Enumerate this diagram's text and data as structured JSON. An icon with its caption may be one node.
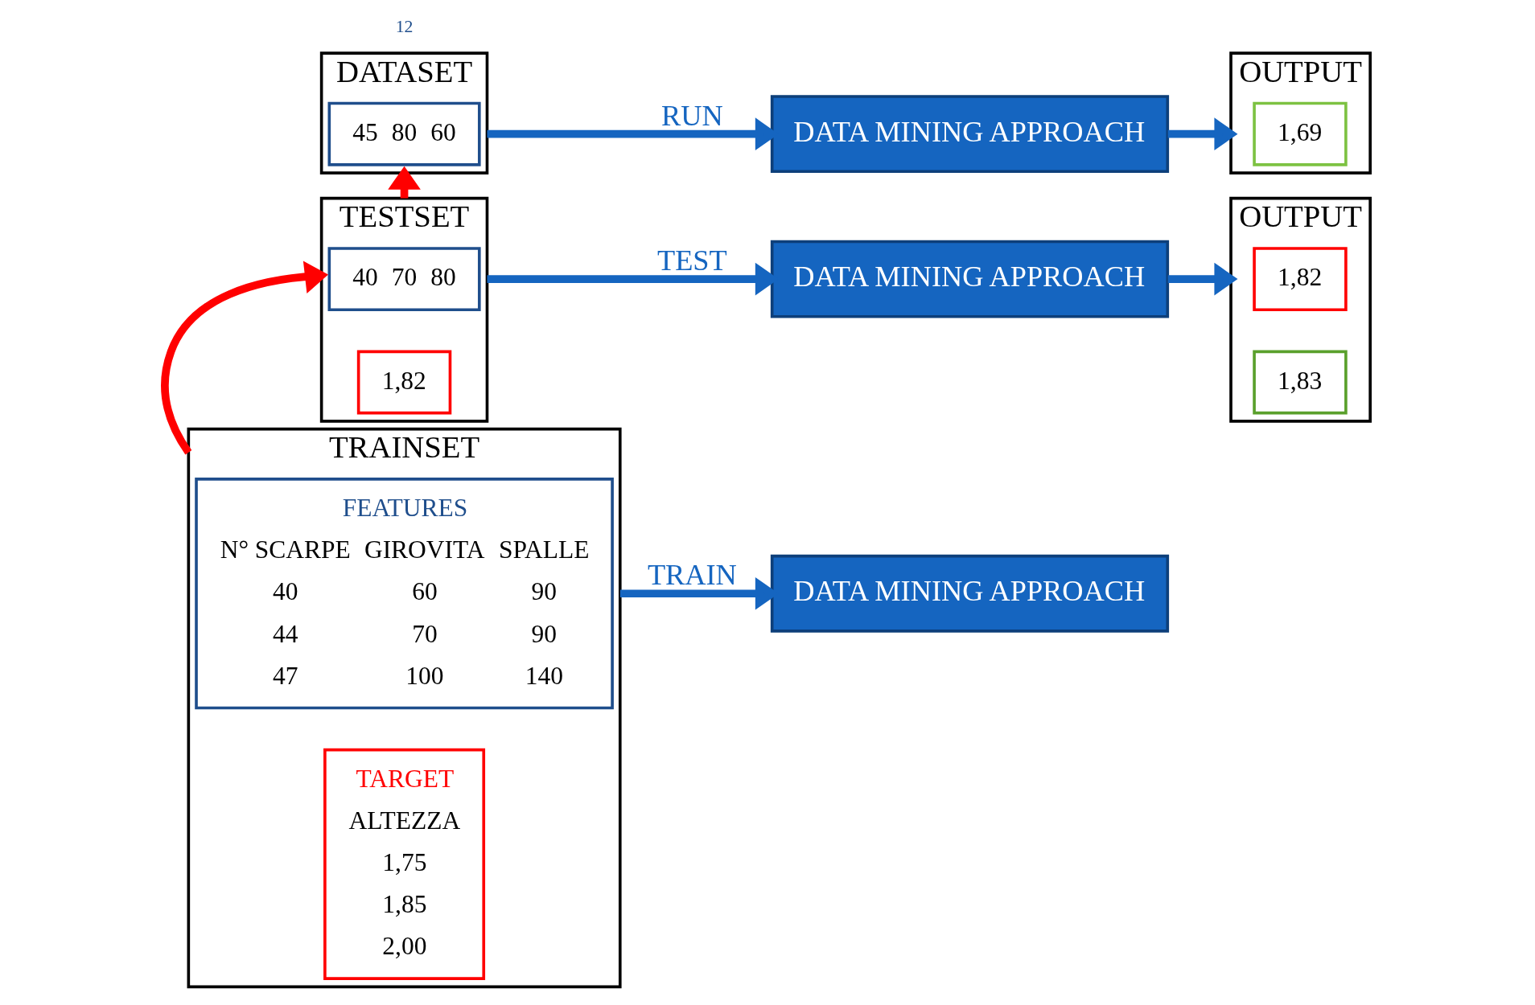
{
  "diagram": {
    "nodes": [
      {
        "text": [
          "TRAINSET"
        ]
      },
      {
        "text": [
          "FEATURES",
          "N° SCARPE",
          "GIROVITA",
          "SPALLE",
          "40",
          "60",
          "90",
          "44",
          "70",
          "90",
          "47",
          "100",
          "140"
        ],
        "in": 0
      },
      {
        "text": [
          "TARGET",
          "ALTEZZA",
          "1,75",
          "1,85",
          "2,00"
        ],
        "in": 0
      },
      {
        "text": [
          "DATA MINING APPROACH"
        ]
      },
      {
        "text": [
          "TESTSET"
        ]
      },
      {
        "text": [
          "40",
          "70",
          "80"
        ],
        "in": 4
      },
      {
        "text": [
          "1,82"
        ],
        "in": 4
      },
      {
        "text": [
          "DATA MINING APPROACH"
        ]
      },
      {
        "text": [
          "OUTPUT"
        ]
      },
      {
        "text": [
          "1,82"
        ],
        "in": 8
      },
      {
        "text": [
          "1,83"
        ],
        "in": 8
      },
      {
        "text": [
          "DATASET"
        ]
      },
      {
        "text": [
          "45",
          "80",
          "60"
        ],
        "in": 11
      },
      {
        "text": [
          "DATA MINING APPROACH"
        ]
      },
      {
        "text": [
          "OUTPUT"
        ]
      },
      {
        "text": [
          "1,69"
        ],
        "in": 14
      }
    ],
    "edges": [
      {
        "from": 0,
        "to": 3,
        "arrow": "to",
        "label": "TRAIN"
      },
      {
        "from": 0,
        "to": 4,
        "arrow": "to",
        "color": "#ff0000"
      },
      {
        "from": 4,
        "to": 7,
        "arrow": "to",
        "label": "TEST"
      },
      {
        "from": 7,
        "to": 8,
        "arrow": "to"
      },
      {
        "from": 4,
        "to": 11,
        "arrow": "to",
        "color": "#ff0000"
      },
      {
        "from": 11,
        "to": 13,
        "arrow": "to",
        "label": "RUN"
      },
      {
        "from": 13,
        "to": 14,
        "arrow": "to"
      }
    ],
    "labels": [
      "12"
    ]
  }
}
